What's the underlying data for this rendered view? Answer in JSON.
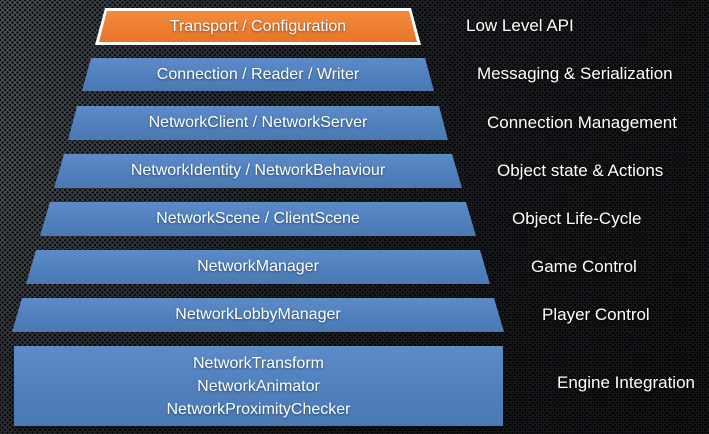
{
  "diagram": {
    "type": "layered-stack-pyramid",
    "subject": "Networking API architecture layers",
    "colors": {
      "top_layer_fill": "#ED7D31",
      "top_layer_border": "#FFFFFF",
      "layer_fill": "#4F81BD",
      "text": "#FFFFFF",
      "background": "#0B0C0E"
    },
    "layers": [
      {
        "box": "Transport / Configuration",
        "side_label": "Low Level API"
      },
      {
        "box": "Connection / Reader / Writer",
        "side_label": "Messaging & Serialization"
      },
      {
        "box": "NetworkClient / NetworkServer",
        "side_label": "Connection Management"
      },
      {
        "box": "NetworkIdentity / NetworkBehaviour",
        "side_label": "Object state & Actions"
      },
      {
        "box": "NetworkScene / ClientScene",
        "side_label": "Object Life-Cycle"
      },
      {
        "box": "NetworkManager",
        "side_label": "Game Control"
      },
      {
        "box": "NetworkLobbyManager",
        "side_label": "Player Control"
      },
      {
        "box_lines": [
          "NetworkTransform",
          "NetworkAnimator",
          "NetworkProximityChecker"
        ],
        "side_label": "Engine Integration"
      }
    ]
  }
}
